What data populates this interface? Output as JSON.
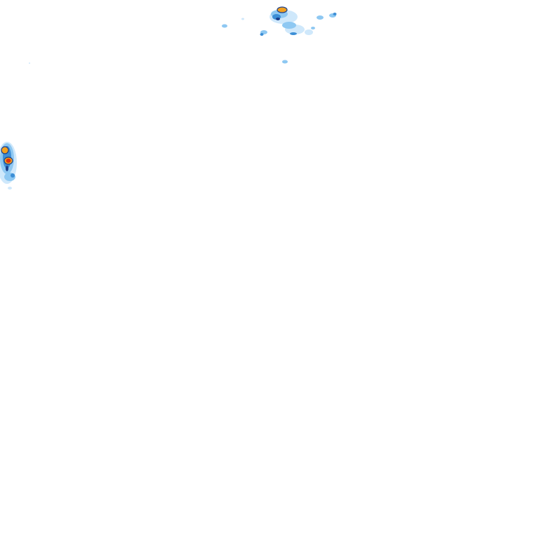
{
  "map": {
    "type": "precipitation-radar-overlay",
    "background_color": "#ffffff",
    "intensity_colors": {
      "very_light": "#cfe8fb",
      "light": "#8ec8f2",
      "moderate": "#3d8fd6",
      "heavy": "#1a3f8c",
      "very_heavy": "#f0a020",
      "extreme": "#e03010"
    },
    "precipitation_cells": [
      {
        "name": "cell-west-cluster",
        "intensity_levels": [
          "very_light",
          "light",
          "moderate",
          "heavy",
          "very_heavy",
          "extreme"
        ]
      },
      {
        "name": "cell-north-cluster",
        "intensity_levels": [
          "very_light",
          "light",
          "moderate",
          "heavy",
          "very_heavy"
        ]
      }
    ]
  }
}
